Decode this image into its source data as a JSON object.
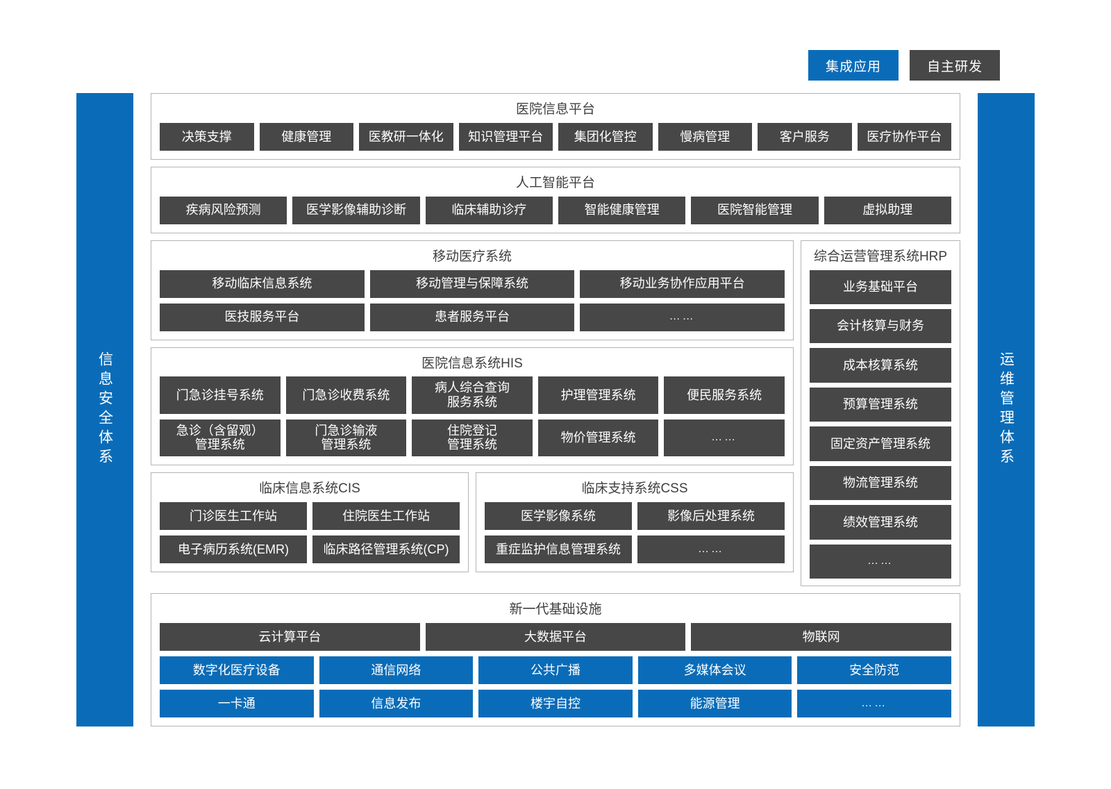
{
  "legend": [
    {
      "label": "集成应用",
      "color": "#0a6cb8",
      "kind": "blue"
    },
    {
      "label": "自主研发",
      "color": "#474747",
      "kind": "dark"
    }
  ],
  "side_left": {
    "label": "信息安全体系",
    "color": "#0a6cb8"
  },
  "side_right": {
    "label": "运维管理体系",
    "color": "#0a6cb8"
  },
  "colors": {
    "dark": "#474747",
    "blue": "#0a6cb8",
    "border": "#b4b4b4"
  },
  "hospital_platform": {
    "title": "医院信息平台",
    "items": [
      "决策支撑",
      "健康管理",
      "医教研一体化",
      "知识管理平台",
      "集团化管控",
      "慢病管理",
      "客户服务",
      "医疗协作平台"
    ]
  },
  "ai_platform": {
    "title": "人工智能平台",
    "items": [
      "疾病风险预测",
      "医学影像辅助诊断",
      "临床辅助诊疗",
      "智能健康管理",
      "医院智能管理",
      "虚拟助理"
    ]
  },
  "mobile_medical": {
    "title": "移动医疗系统",
    "row1": [
      "移动临床信息系统",
      "移动管理与保障系统",
      "移动业务协作应用平台"
    ],
    "row2": [
      "医技服务平台",
      "患者服务平台",
      "……"
    ]
  },
  "hrp": {
    "title": "综合运营管理系统HRP",
    "items": [
      "业务基础平台",
      "会计核算与财务",
      "成本核算系统",
      "预算管理系统",
      "固定资产管理系统",
      "物流管理系统",
      "绩效管理系统",
      "……"
    ]
  },
  "his": {
    "title": "医院信息系统HIS",
    "row1": [
      "门急诊挂号系统",
      "门急诊收费系统",
      "病人综合查询\n服务系统",
      "护理管理系统",
      "便民服务系统"
    ],
    "row2": [
      "急诊（含留观）\n管理系统",
      "门急诊输液\n管理系统",
      "住院登记\n管理系统",
      "物价管理系统",
      "……"
    ]
  },
  "cis": {
    "title": "临床信息系统CIS",
    "row1": [
      "门诊医生工作站",
      "住院医生工作站"
    ],
    "row2": [
      "电子病历系统(EMR)",
      "临床路径管理系统(CP)"
    ]
  },
  "css": {
    "title": "临床支持系统CSS",
    "row1": [
      "医学影像系统",
      "影像后处理系统"
    ],
    "row2": [
      "重症监护信息管理系统",
      "……"
    ]
  },
  "infrastructure": {
    "title": "新一代基础设施",
    "row_dark": [
      "云计算平台",
      "大数据平台",
      "物联网"
    ],
    "row_blue1": [
      "数字化医疗设备",
      "通信网络",
      "公共广播",
      "多媒体会议",
      "安全防范"
    ],
    "row_blue2": [
      "一卡通",
      "信息发布",
      "楼宇自控",
      "能源管理",
      "……"
    ]
  }
}
